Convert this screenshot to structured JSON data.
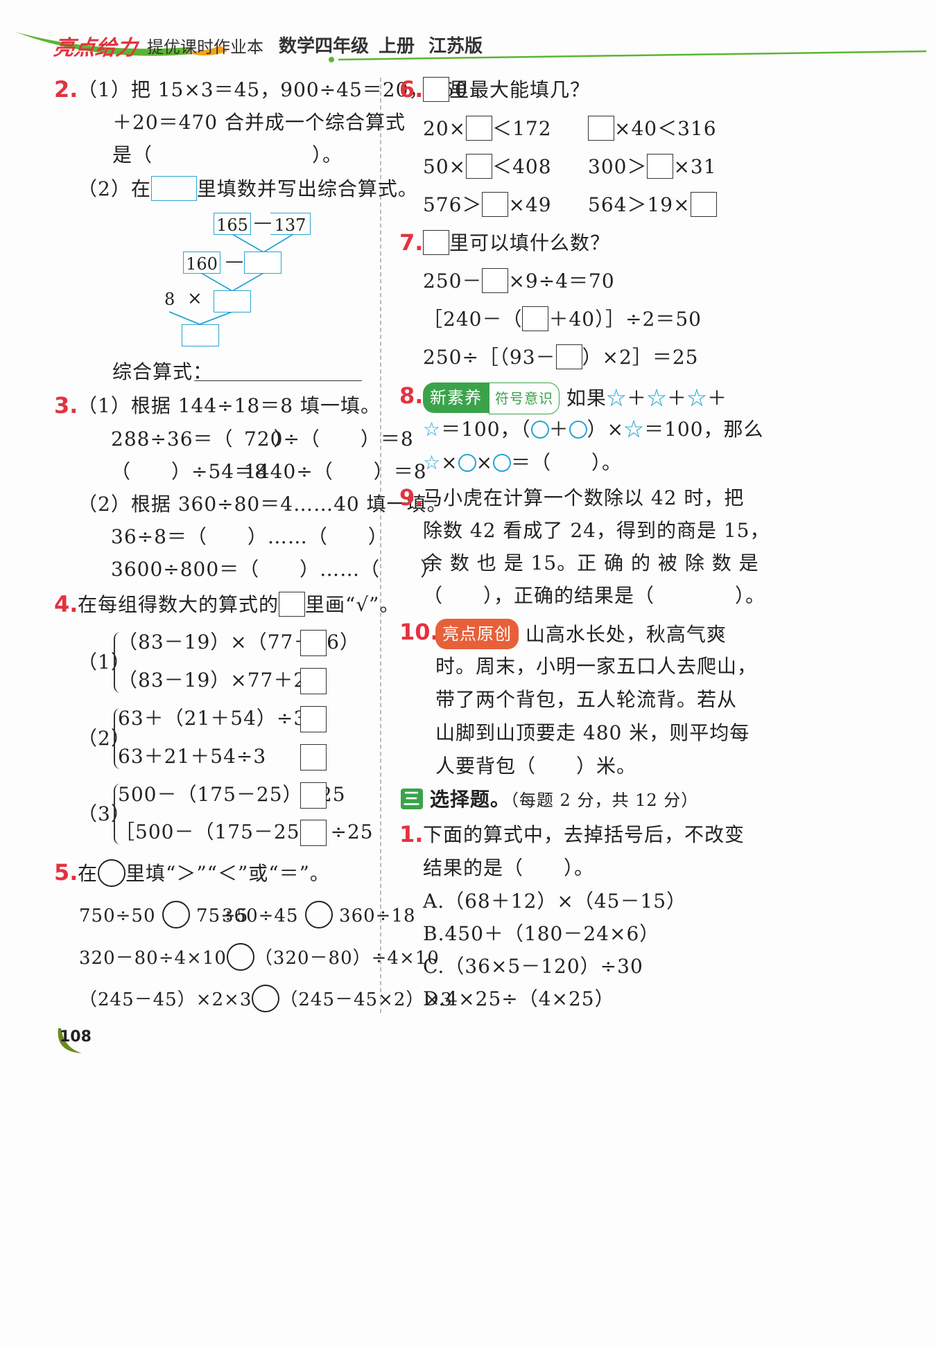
{
  "header": {
    "brand": "亮点给力",
    "series": "提优课时作业本",
    "grade": "数学四年级",
    "volume": "上册",
    "edition": "江苏版"
  },
  "page_number": "108",
  "q2": {
    "num": "2.",
    "p1_line1": "（1）把 15×3＝45，900÷45＝20，450",
    "p1_line2": "＋20＝470 合并成一个综合算式",
    "p1_line3a": "是（",
    "p1_line3b": "）。",
    "p2a": "（2）在",
    "p2b": "里填数并写出综合算式。",
    "diagram": {
      "n165": "165",
      "minus1": "—",
      "n137": "137",
      "n160": "160",
      "minus2": "—",
      "n8": "8",
      "times": "×"
    },
    "formula_label": "综合算式："
  },
  "q3": {
    "num": "3.",
    "p1": "（1）根据 144÷18＝8 填一填。",
    "r1a": "288÷36＝（　　）",
    "r1b": "720÷（　　）＝8",
    "r2a": "（　　）÷54＝8",
    "r2b": "1440÷（　　）＝8",
    "p2": "（2）根据 360÷80＝4……40 填一填。",
    "r3": "36÷8＝（　　）……（　　）",
    "r4": "3600÷800＝（　　）……（　　）"
  },
  "q4": {
    "num": "4.",
    "text_a": "在每组得数大的算式的",
    "text_b": "里画“√”。",
    "groups": [
      {
        "label": "（1）",
        "a": "（83－19）×（77＋26）",
        "b": "（83－19）×77＋26"
      },
      {
        "label": "（2）",
        "a": "63＋（21＋54）÷3",
        "b": "63＋21＋54÷3"
      },
      {
        "label": "（3）",
        "a": "500－（175－25）÷25",
        "b": "［500－（175－25）］÷25"
      }
    ]
  },
  "q5": {
    "num": "5.",
    "text_a": "在",
    "text_b": "里填“＞”“＜”或“＝”。",
    "r1a": "750÷50",
    "r1b": "75÷5",
    "r1c": "360÷45",
    "r1d": "360÷18",
    "r2a": "320－80÷4×10",
    "r2b": "（320－80）÷4×10",
    "r3a": "（245－45）×2×3",
    "r3b": "（245－45×2）×3"
  },
  "q6": {
    "num": "6.",
    "title": "里最大能填几？",
    "r1a1": "20×",
    "r1a2": "＜172",
    "r1b2": "×40＜316",
    "r2a1": "50×",
    "r2a2": "＜408",
    "r2b1": "300＞",
    "r2b2": "×31",
    "r3a1": "576＞",
    "r3a2": "×49",
    "r3b1": "564＞19×"
  },
  "q7": {
    "num": "7.",
    "title": "里可以填什么数？",
    "r1a": "250－",
    "r1b": "×9÷4＝70",
    "r2a": "［240－（",
    "r2b": "＋40）］÷2＝50",
    "r3a": "250÷［（93－",
    "r3b": "）×2］＝25"
  },
  "q8": {
    "num": "8.",
    "badge1": "新素养",
    "badge2": "符号意识",
    "t1": "如果",
    "t2": "＝100，（",
    "t3": "）×",
    "t4": "＝100，那么",
    "t5": "＝（　　）。",
    "plus": "＋",
    "times": "×"
  },
  "q9": {
    "num": "9.",
    "l1": "马小虎在计算一个数除以 42 时，把",
    "l2": "除数 42 看成了 24，得到的商是 15，",
    "l3": "余 数 也 是 15。正 确 的 被 除 数 是",
    "l4": "（　　），正确的结果是（　　　　）。"
  },
  "q10": {
    "num": "10.",
    "badge": "亮点原创",
    "l1": "山高水长处，秋高气爽",
    "l2": "时。周末，小明一家五口人去爬山，",
    "l3": "带了两个背包，五人轮流背。若从",
    "l4": "山脚到山顶要走 480 米，则平均每",
    "l5": "人要背包（　　）米。"
  },
  "sec3": {
    "icon": "三",
    "title": "选择题。",
    "note": "（每题 2 分，共 12 分）"
  },
  "mc1": {
    "num": "1.",
    "l1": "下面的算式中，去掉括号后，不改变",
    "l2": "结果的是（　　）。",
    "options": [
      "A.（68＋12）×（45－15）",
      "B.450＋（180－24×6）",
      "C.（36×5－120）÷30",
      "D.4×25÷（4×25）"
    ]
  },
  "colors": {
    "accent_red": "#e2333f",
    "accent_blue": "#29a3d4",
    "accent_green": "#3aa34a",
    "accent_orange": "#e8603a"
  }
}
